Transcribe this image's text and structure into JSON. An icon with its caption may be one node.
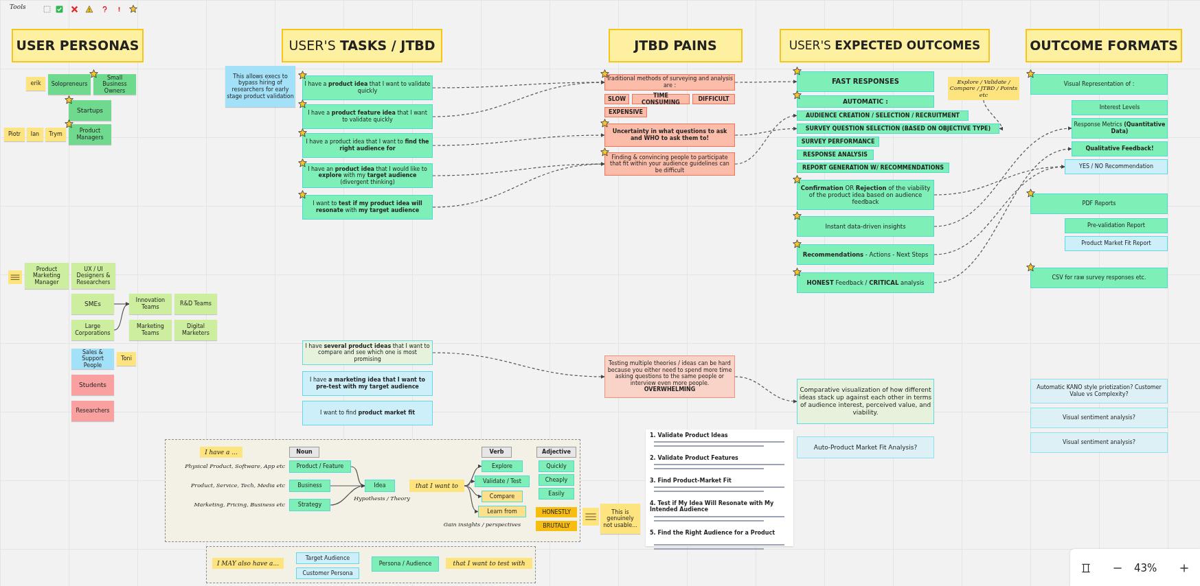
{
  "diagram": {
    "nodes": [
      {
        "text": [
          "USER PERSONAS"
        ]
      },
      {
        "text": [
          "USER'S **TASKS / JTBD**"
        ]
      },
      {
        "text": [
          "JTBD PAINS"
        ]
      },
      {
        "text": [
          "USER'S **EXPECTED OUTCOMES**"
        ]
      },
      {
        "text": [
          "OUTCOME FORMATS"
        ]
      },
      {
        "text": [
          "erik"
        ]
      },
      {
        "text": [
          "Solopreneurs"
        ]
      },
      {
        "text": [
          "Small Business Owners"
        ]
      },
      {
        "text": [
          "Startups"
        ]
      },
      {
        "text": [
          "Piotr"
        ]
      },
      {
        "text": [
          "Ian"
        ]
      },
      {
        "text": [
          "Trym"
        ]
      },
      {
        "text": [
          "Product Managers"
        ]
      },
      {
        "text": [
          "Product Marketing Manager"
        ]
      },
      {
        "text": [
          "UX / UI Designers & Researchers"
        ]
      },
      {
        "text": [
          "SMEs"
        ]
      },
      {
        "text": [
          "Innovation Teams"
        ]
      },
      {
        "text": [
          "R&D Teams"
        ]
      },
      {
        "text": [
          "Large Corporations"
        ]
      },
      {
        "text": [
          "Marketing Teams"
        ]
      },
      {
        "text": [
          "Digital Marketers"
        ]
      },
      {
        "text": [
          "Sales & Support People"
        ]
      },
      {
        "text": [
          "Toni"
        ]
      },
      {
        "text": [
          "Students"
        ]
      },
      {
        "text": [
          "Researchers"
        ]
      },
      {
        "text": [
          "This allows execs to bypass hiring of researchers for early stage product validation"
        ]
      },
      {
        "text": [
          "I have a **product idea** that I want to validate quickly"
        ]
      },
      {
        "text": [
          "I have a **product feature idea** that I want to validate quickly"
        ]
      },
      {
        "text": [
          "I have a product idea that I want to **find the right audience for**"
        ]
      },
      {
        "text": [
          "I have an **product idea** that I would like to **explore** with my **target audience** (divergent thinking)"
        ]
      },
      {
        "text": [
          "I want to **test if my product idea will resonate** with **my target audience**"
        ]
      },
      {
        "text": [
          "I have **several product ideas** that I want to compare and see which one is most promising"
        ]
      },
      {
        "text": [
          "I have **a marketing idea that I want to pre-test with my target audience**"
        ]
      },
      {
        "text": [
          "I want to find **product market fit**"
        ]
      },
      {
        "text": [
          "Traditional methods of surveying and analysis are :"
        ]
      },
      {
        "text": [
          "SLOW"
        ]
      },
      {
        "text": [
          "TIME CONSUMING"
        ]
      },
      {
        "text": [
          "DIFFICULT"
        ]
      },
      {
        "text": [
          "EXPENSIVE"
        ]
      },
      {
        "text": [
          "Uncertainty in what questions to ask and WHO to ask them to!"
        ]
      },
      {
        "text": [
          "Finding & convincing people to participate that fit within your audience guidelines can be difficult"
        ]
      },
      {
        "text": [
          "Testing multiple theories / ideas can be hard because you either need to spend more time asking questions to the same people or interview even more people. **OVERWHELMING**"
        ]
      },
      {
        "text": [
          "FAST RESPONSES"
        ]
      },
      {
        "text": [
          "AUTOMATIC :"
        ]
      },
      {
        "text": [
          "AUDIENCE CREATION / SELECTION / RECRUITMENT"
        ]
      },
      {
        "text": [
          "SURVEY QUESTION SELECTION (BASED ON OBJECTIVE TYPE)"
        ]
      },
      {
        "text": [
          "SURVEY PERFORMANCE"
        ]
      },
      {
        "text": [
          "RESPONSE ANALYSIS"
        ]
      },
      {
        "text": [
          "REPORT GENERATION W/ RECOMMENDATIONS"
        ]
      },
      {
        "text": [
          "Explore / Validate / Compare / JTBD / Points etc"
        ]
      },
      {
        "text": [
          "**Confirmation** OR **Rejection** of the viability of the product idea based on audience feedback"
        ]
      },
      {
        "text": [
          "Instant data-driven insights"
        ]
      },
      {
        "text": [
          "**Recommendations** - Actions - Next Steps"
        ]
      },
      {
        "text": [
          "**HONEST** Feedback / **CRITICAL** analysis"
        ]
      },
      {
        "text": [
          "Comparative visualization of how different ideas stack up against each other in terms of audience interest, perceived value, and viability."
        ]
      },
      {
        "text": [
          "Auto-Product Market Fit Analysis?"
        ]
      },
      {
        "text": [
          "Visual Representation of :"
        ]
      },
      {
        "text": [
          "Interest Levels"
        ]
      },
      {
        "text": [
          "Response Metrics **(Quantitative Data)**"
        ]
      },
      {
        "text": [
          "Qualitative Feedback!"
        ]
      },
      {
        "text": [
          "YES / NO Recommendation"
        ]
      },
      {
        "text": [
          "PDF Reports"
        ]
      },
      {
        "text": [
          "Pre-validation Report"
        ]
      },
      {
        "text": [
          "Product Market Fit Report"
        ]
      },
      {
        "text": [
          "CSV for raw survey responses etc."
        ]
      },
      {
        "text": [
          "Automatic KANO style priotization? Customer Value vs Complexity?"
        ]
      },
      {
        "text": [
          "Visual sentiment analysis?"
        ]
      },
      {
        "text": [
          "Visual sentiment analysis?"
        ]
      },
      {
        "text": [],
        "shape": "box"
      },
      {
        "text": [
          "I have a ..."
        ],
        "in": 68
      },
      {
        "text": [
          "Noun"
        ],
        "in": 68
      },
      {
        "text": [
          "Physical Product, Software, App etc"
        ],
        "in": 68
      },
      {
        "text": [
          "Product / Feature"
        ],
        "in": 68
      },
      {
        "text": [
          "Product, Service, Tech, Media etc"
        ],
        "in": 68
      },
      {
        "text": [
          "Business"
        ],
        "in": 68
      },
      {
        "text": [
          "Marketing, Pricing, Business etc"
        ],
        "in": 68
      },
      {
        "text": [
          "Strategy"
        ],
        "in": 68
      },
      {
        "text": [
          "Idea"
        ],
        "in": 68
      },
      {
        "text": [
          "Hypothesis / Theory"
        ],
        "in": 68
      },
      {
        "text": [
          "that I want to"
        ],
        "in": 68
      },
      {
        "text": [
          "Verb"
        ],
        "in": 68
      },
      {
        "text": [
          "Explore"
        ],
        "in": 68
      },
      {
        "text": [
          "Validate / Test"
        ],
        "in": 68
      },
      {
        "text": [
          "Compare"
        ],
        "in": 68
      },
      {
        "text": [
          "Learn from"
        ],
        "in": 68
      },
      {
        "text": [
          "Gain insights / perspectives"
        ],
        "in": 68
      },
      {
        "text": [
          "Adjective"
        ],
        "in": 68
      },
      {
        "text": [
          "Quickly"
        ],
        "in": 68
      },
      {
        "text": [
          "Cheaply"
        ],
        "in": 68
      },
      {
        "text": [
          "Easily"
        ],
        "in": 68
      },
      {
        "text": [
          "HONESTLY"
        ],
        "in": 68
      },
      {
        "text": [
          "BRUTALLY"
        ],
        "in": 68
      },
      {
        "text": [
          "This is genuinely not usable..."
        ]
      },
      {
        "text": [],
        "shape": "box"
      },
      {
        "text": [
          "I MAY also have a..."
        ],
        "in": 93
      },
      {
        "text": [
          "Target Audience"
        ],
        "in": 93
      },
      {
        "text": [
          "Customer Persona"
        ],
        "in": 93
      },
      {
        "text": [
          "Persona / Audience"
        ],
        "in": 93
      },
      {
        "text": [
          "that I want to test with"
        ],
        "in": 93
      }
    ],
    "edges": [
      {
        "from": 26,
        "to": 34,
        "arrow": "to",
        "style": "dashed"
      },
      {
        "from": 27,
        "to": 34,
        "arrow": "to",
        "style": "dashed"
      },
      {
        "from": 28,
        "to": 39,
        "arrow": "to",
        "style": "dashed"
      },
      {
        "from": 29,
        "to": 40,
        "arrow": "to",
        "style": "dashed"
      },
      {
        "from": 30,
        "to": 40,
        "arrow": "to",
        "style": "dashed"
      },
      {
        "from": 34,
        "to": 42,
        "arrow": "to",
        "style": "dashed"
      },
      {
        "from": 39,
        "to": 45,
        "arrow": "to",
        "style": "dashed"
      },
      {
        "from": 40,
        "to": 44,
        "arrow": "to",
        "style": "dashed"
      },
      {
        "from": 49,
        "to": 45,
        "arrow": "to",
        "style": "dashed"
      },
      {
        "from": 50,
        "to": 60,
        "arrow": "to",
        "style": "dashed"
      },
      {
        "from": 51,
        "to": 58,
        "arrow": "to",
        "style": "dashed"
      },
      {
        "from": 52,
        "to": 60,
        "arrow": "to",
        "style": "dashed"
      },
      {
        "from": 53,
        "to": 59,
        "arrow": "to",
        "style": "dashed"
      },
      {
        "from": 31,
        "to": 41,
        "arrow": "to",
        "style": "dashed"
      },
      {
        "from": 41,
        "to": 54,
        "arrow": "to",
        "style": "dashed"
      },
      {
        "from": 15,
        "to": 16,
        "arrow": "to"
      },
      {
        "from": 18,
        "to": 16,
        "arrow": "to"
      },
      {
        "from": 72,
        "to": 77,
        "arrow": "to"
      },
      {
        "from": 74,
        "to": 77,
        "arrow": "to"
      },
      {
        "from": 76,
        "to": 77,
        "arrow": "to"
      },
      {
        "from": 79,
        "to": 81,
        "arrow": "to"
      },
      {
        "from": 79,
        "to": 82,
        "arrow": "to"
      },
      {
        "from": 79,
        "to": 83,
        "arrow": "to"
      },
      {
        "from": 79,
        "to": 84,
        "arrow": "to"
      }
    ],
    "labels": [
      "Tools",
      "1. Validate Product Ideas",
      "2. Validate Product Features",
      "3. Find Product-Market Fit",
      "4. Test if My Idea Will Resonate with My Intended Audience",
      "5. Find the Right Audience for a Product",
      "43%"
    ]
  }
}
